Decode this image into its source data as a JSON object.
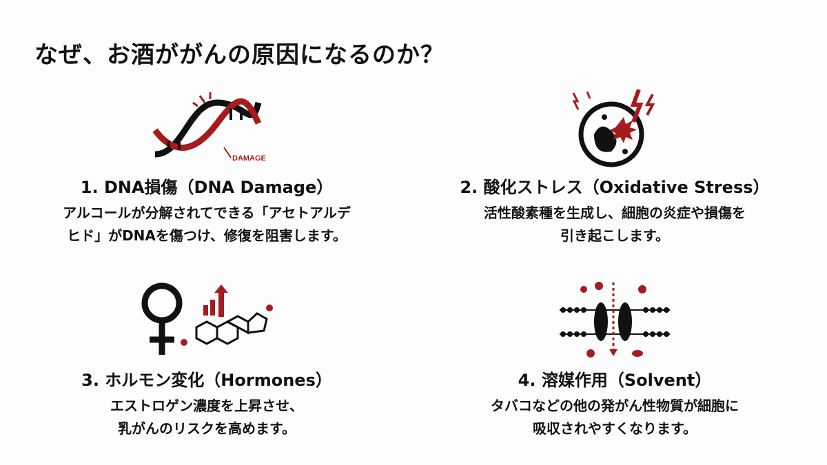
{
  "title": "なぜ、お酒ががんの原因になるのか？",
  "colors": {
    "accent": "#a51c1c",
    "text": "#111111"
  },
  "cards": [
    {
      "icon": "dna-damage-icon",
      "icon_label": "DAMAGE",
      "heading": "1. DNA損傷（DNA Damage）",
      "lines": [
        "アルコールが分解されてできる「アセトアルデ",
        "ヒド」がDNAを傷つけ、修復を阻害します。"
      ]
    },
    {
      "icon": "cell-stress-icon",
      "heading": "2. 酸化ストレス（Oxidative Stress）",
      "lines": [
        "活性酸素種を生成し、細胞の炎症や損傷を",
        "引き起こします。"
      ]
    },
    {
      "icon": "hormone-icon",
      "heading": "3. ホルモン変化（Hormones）",
      "lines": [
        "エストロゲン濃度を上昇させ、",
        "乳がんのリスクを高めます。"
      ]
    },
    {
      "icon": "membrane-solvent-icon",
      "heading": "4. 溶媒作用（Solvent）",
      "lines": [
        "タバコなどの他の発がん性物質が細胞に",
        "吸収されやすくなります。"
      ]
    }
  ]
}
